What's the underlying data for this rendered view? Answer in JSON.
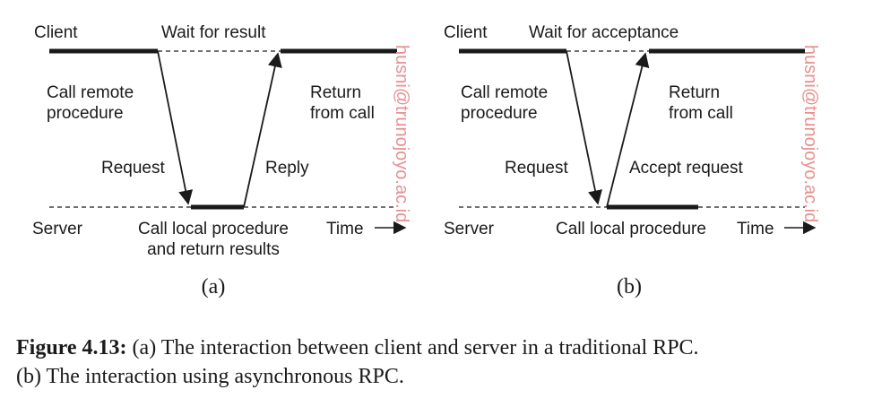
{
  "diagram_a": {
    "client_label": "Client",
    "wait_label": "Wait for result",
    "call_remote": [
      "Call remote",
      "procedure"
    ],
    "return_label": [
      "Return",
      "from call"
    ],
    "request_label": "Request",
    "reply_label": "Reply",
    "server_label": "Server",
    "local_proc": [
      "Call local procedure",
      "and return results"
    ],
    "time_label": "Time",
    "sub_label": "(a)"
  },
  "diagram_b": {
    "client_label": "Client",
    "wait_label": "Wait for acceptance",
    "call_remote": [
      "Call remote",
      "procedure"
    ],
    "return_label": [
      "Return",
      "from call"
    ],
    "request_label": "Request",
    "accept_label": "Accept request",
    "server_label": "Server",
    "local_proc": "Call local procedure",
    "time_label": "Time",
    "sub_label": "(b)"
  },
  "watermark": "husni@trunojoyo.ac.id",
  "caption": {
    "figure_label": "Figure 4.13:",
    "line1": " (a) The interaction between client and server in a traditional RPC.",
    "line2": "(b) The interaction using asynchronous RPC."
  }
}
